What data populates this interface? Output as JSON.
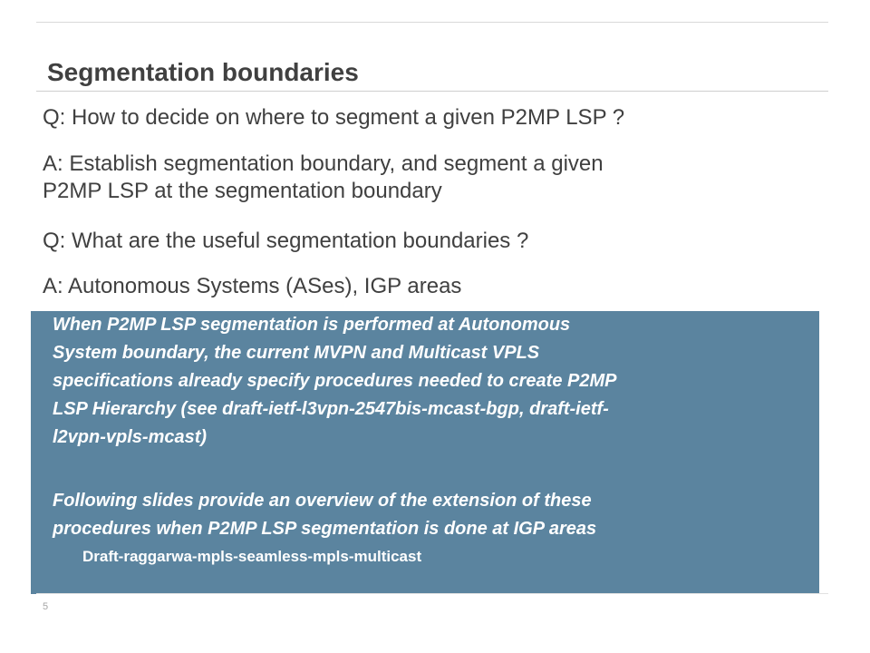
{
  "slide": {
    "title": "Segmentation boundaries",
    "qa": [
      {
        "lines": [
          "Q: How to decide on where to segment a given P2MP LSP ?"
        ]
      },
      {
        "lines": [
          "A: Establish segmentation boundary, and segment a given",
          "P2MP LSP at the segmentation boundary"
        ]
      },
      {
        "lines": [
          "Q: What are the useful segmentation boundaries ?"
        ]
      },
      {
        "lines": [
          "A: Autonomous Systems (ASes), IGP areas"
        ]
      }
    ],
    "callout": {
      "paragraph1": [
        "When P2MP LSP segmentation is performed at Autonomous",
        "System boundary, the current MVPN and Multicast VPLS",
        "specifications already specify procedures needed to create P2MP",
        "LSP Hierarchy (see draft-ietf-l3vpn-2547bis-mcast-bgp, draft-ietf-",
        "l2vpn-vpls-mcast)"
      ],
      "paragraph2": [
        "Following slides provide an overview of the extension of these",
        "procedures when P2MP LSP segmentation is done at IGP areas"
      ],
      "reference": "Draft-raggarwa-mpls-seamless-mpls-multicast"
    },
    "page_number": "5",
    "colors": {
      "callout_background": "#5b849f",
      "text": "#404040"
    }
  }
}
